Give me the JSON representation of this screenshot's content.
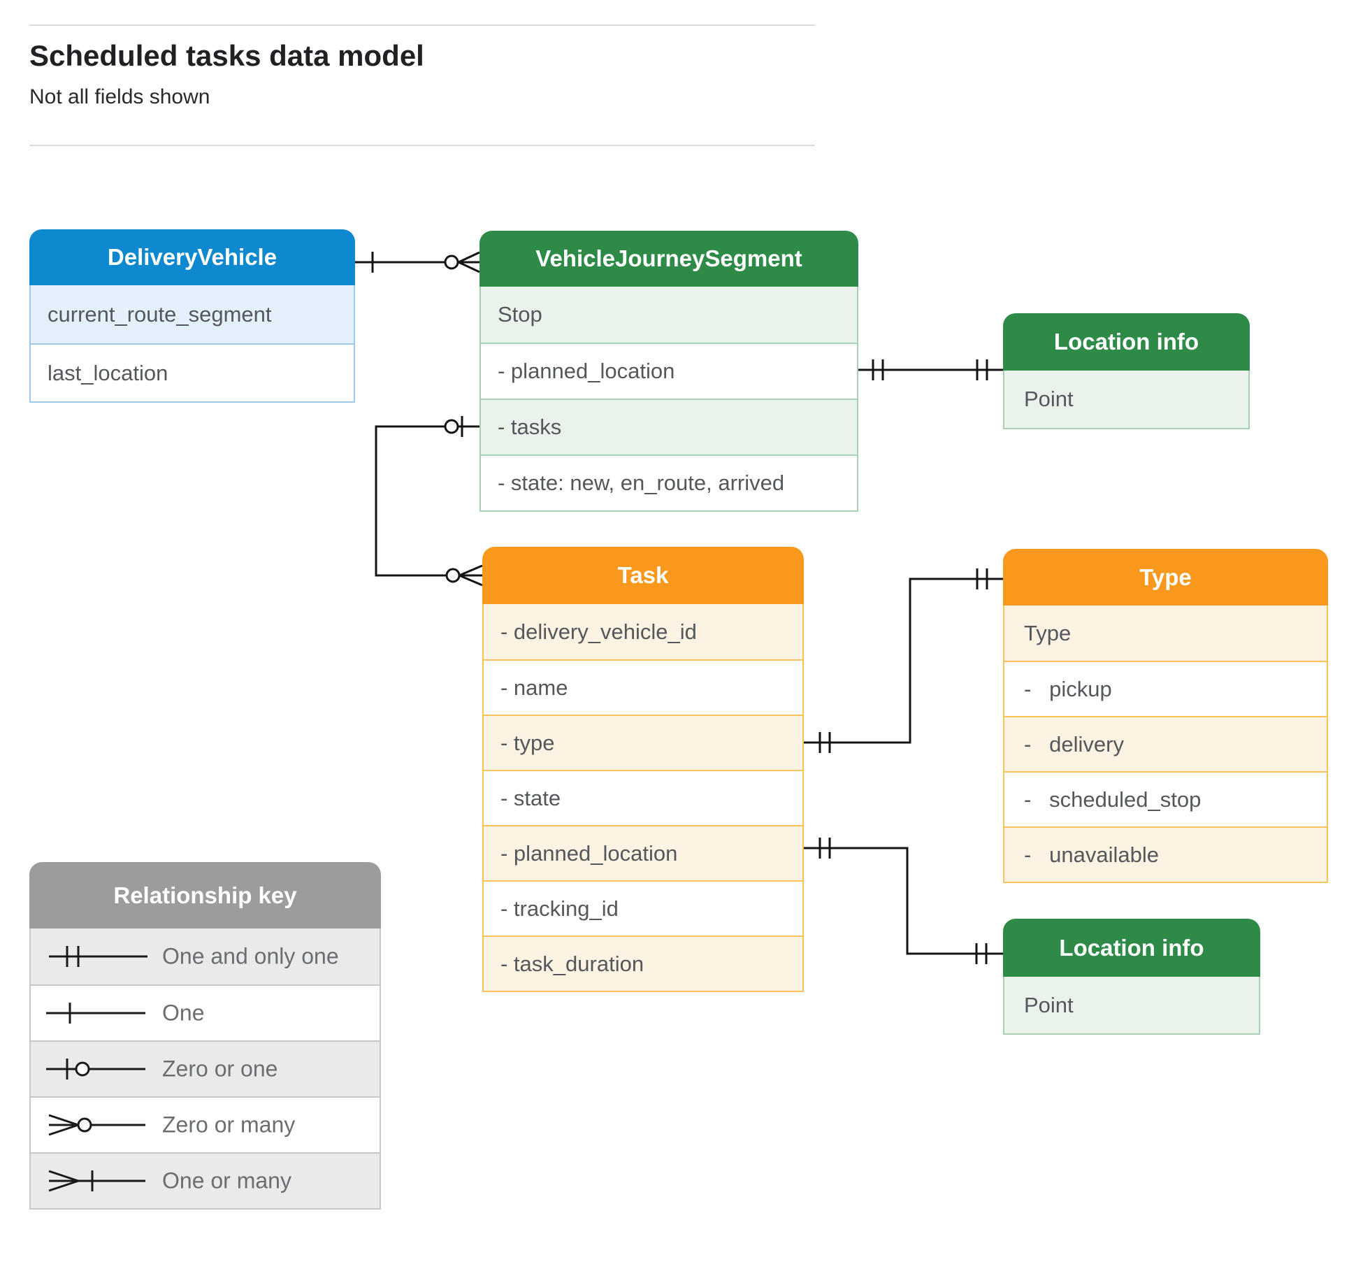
{
  "page": {
    "title": "Scheduled tasks data model",
    "subtitle": "Not all fields shown"
  },
  "entities": {
    "delivery_vehicle": {
      "title": "DeliveryVehicle",
      "rows": [
        "current_route_segment",
        "last_location"
      ]
    },
    "vehicle_journey_segment": {
      "title": "VehicleJourneySegment",
      "rows": [
        "Stop",
        "- planned_location",
        "- tasks",
        "- state: new, en_route, arrived"
      ]
    },
    "location_info_top": {
      "title": "Location info",
      "rows": [
        "Point"
      ]
    },
    "task": {
      "title": "Task",
      "rows": [
        "- delivery_vehicle_id",
        "- name",
        "- type",
        "- state",
        "- planned_location",
        "- tracking_id",
        "- task_duration"
      ]
    },
    "type": {
      "title": "Type",
      "rows": [
        "Type",
        "-   pickup",
        "-   delivery",
        "-   scheduled_stop",
        "-   unavailable"
      ]
    },
    "location_info_bottom": {
      "title": "Location info",
      "rows": [
        "Point"
      ]
    }
  },
  "legend": {
    "title": "Relationship key",
    "items": [
      {
        "symbol": "one-and-only-one",
        "label": "One and only one"
      },
      {
        "symbol": "one",
        "label": "One"
      },
      {
        "symbol": "zero-or-one",
        "label": "Zero or one"
      },
      {
        "symbol": "zero-or-many",
        "label": "Zero or many"
      },
      {
        "symbol": "one-or-many",
        "label": "One or many"
      }
    ]
  },
  "relationships": [
    {
      "from": "DeliveryVehicle",
      "to": "VehicleJourneySegment",
      "from_cardinality": "one",
      "to_cardinality": "zero-or-many"
    },
    {
      "from": "VehicleJourneySegment.planned_location",
      "to": "Location info",
      "from_cardinality": "one-and-only-one",
      "to_cardinality": "one-and-only-one"
    },
    {
      "from": "VehicleJourneySegment.tasks",
      "to": "Task",
      "from_cardinality": "zero-or-one",
      "to_cardinality": "zero-or-many"
    },
    {
      "from": "Task.type",
      "to": "Type",
      "from_cardinality": "one-and-only-one",
      "to_cardinality": "one-and-only-one"
    },
    {
      "from": "Task.planned_location",
      "to": "Location info",
      "from_cardinality": "one-and-only-one",
      "to_cardinality": "one-and-only-one"
    }
  ],
  "colors": {
    "blue_header": "#0E88CE",
    "blue_tint": "#E4F0FB",
    "blue_border": "#9FC9EA",
    "green_header": "#2E8B47",
    "green_tint": "#E9F3EC",
    "green_border": "#A9D0B3",
    "orange_header": "#F8991E",
    "orange_tint": "#FDF3E3",
    "orange_border": "#F9C25B",
    "gray_header": "#9C9C9C",
    "gray_tint": "#EAEAEA",
    "gray_border": "#C8C8C8",
    "row_text": "#54575C",
    "connector": "#141414"
  }
}
